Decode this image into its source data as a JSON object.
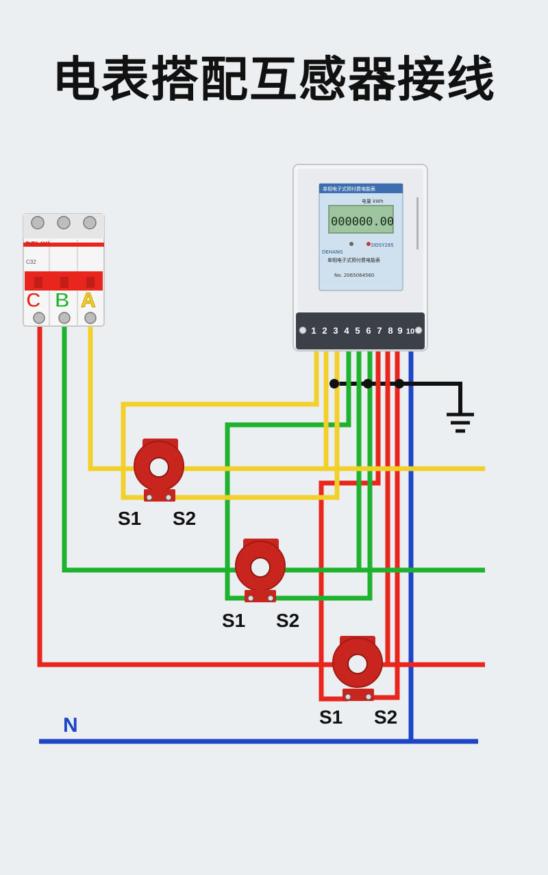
{
  "title": "电表搭配互感器接线",
  "breaker": {
    "brand": "DELIXI",
    "model": "C32",
    "phase_labels": [
      "C",
      "B",
      "A"
    ]
  },
  "meter": {
    "header": "单相电子式预付费电能表",
    "unit_label": "电量 kWh",
    "reading": "000000.00",
    "brand": "DEHANG",
    "model": "DDSY285",
    "desc": "单相电子式预付费电能表",
    "serial": "No. 2065064560",
    "terminal_numbers": [
      "1",
      "2",
      "3",
      "4",
      "5",
      "6",
      "7",
      "8",
      "9",
      "10"
    ]
  },
  "transformers": [
    {
      "s1": "S1",
      "s2": "S2"
    },
    {
      "s1": "S1",
      "s2": "S2"
    },
    {
      "s1": "S1",
      "s2": "S2"
    }
  ],
  "neutral_label": "N",
  "colors": {
    "phase_a": "#f2d02c",
    "phase_b": "#1fb22e",
    "phase_c": "#e8261d",
    "neutral": "#1c45c8",
    "ground": "#111111",
    "ct_body": "#c8251f"
  }
}
